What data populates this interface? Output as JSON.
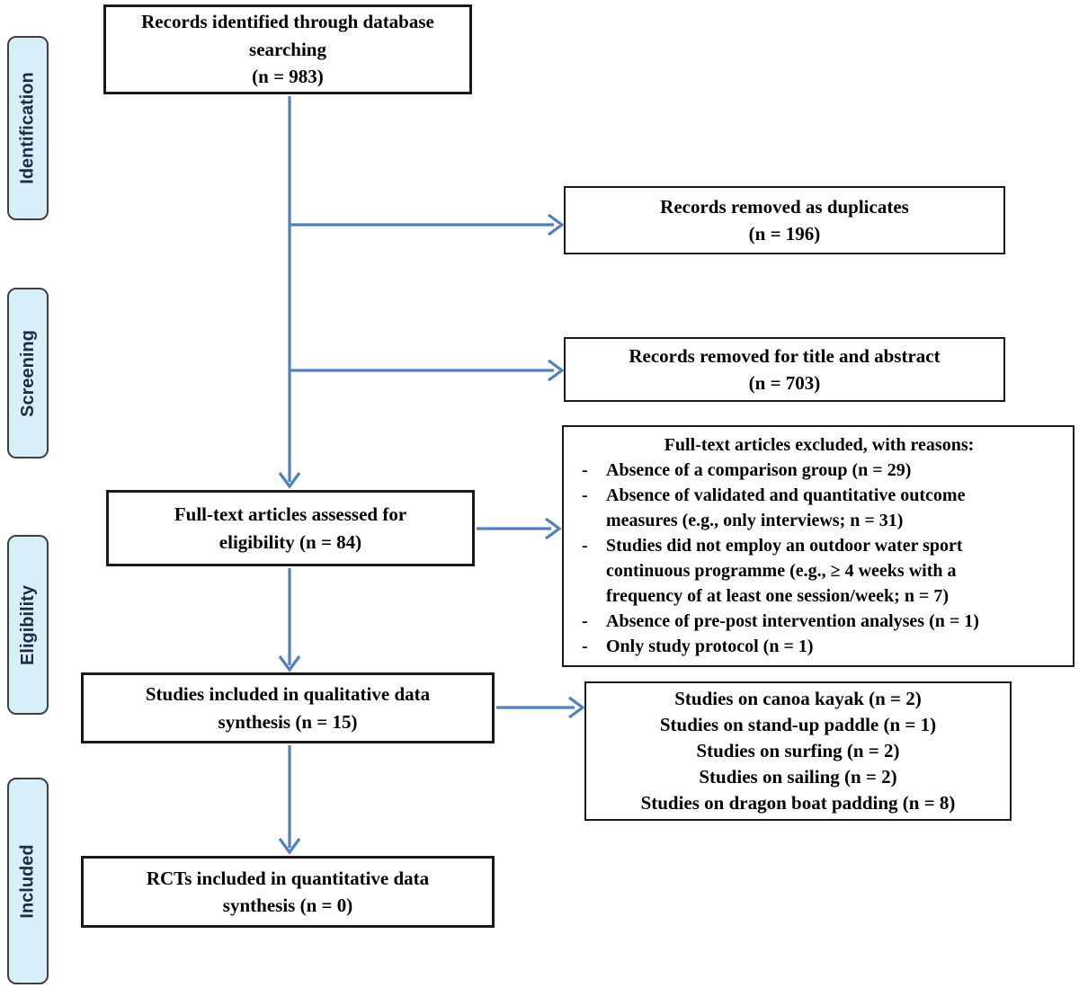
{
  "sidebar": {
    "stages": [
      {
        "label": "Identification"
      },
      {
        "label": "Screening"
      },
      {
        "label": "Eligibility"
      },
      {
        "label": "Included"
      }
    ]
  },
  "flow": {
    "identified": {
      "text": "Records identified through database\nsearching\n(n = 983)"
    },
    "duplicates": {
      "text": "Records removed as duplicates\n(n = 196)"
    },
    "title_abstract": {
      "text": "Records removed for title and abstract\n(n = 703)"
    },
    "excluded": {
      "title": "Full-text articles excluded, with reasons:",
      "reasons": [
        "Absence of a comparison group (n = 29)",
        "Absence of validated and quantitative outcome\nmeasures (e.g., only interviews; n = 31)",
        "Studies did not employ an outdoor water sport\ncontinuous programme (e.g., ≥ 4 weeks with a\nfrequency of at least one session/week; n = 7)",
        "Absence of pre-post intervention analyses (n = 1)",
        "Only study protocol (n = 1)"
      ]
    },
    "assessed": {
      "text": "Full-text articles assessed for\neligibility (n = 84)"
    },
    "qualitative": {
      "text": "Studies included in qualitative data\nsynthesis (n = 15)"
    },
    "sports": {
      "lines": [
        "Studies on canoa kayak (n = 2)",
        "Studies on stand-up paddle (n = 1)",
        "Studies on surfing (n = 2)",
        "Studies on sailing (n = 2)",
        "Studies on dragon boat padding (n = 8)"
      ]
    },
    "quantitative": {
      "text": "RCTs included in quantitative data\nsynthesis (n = 0)"
    }
  },
  "colors": {
    "arrow_blue": "#4F81BD",
    "stage_fill": "#D8EEF9",
    "stage_border": "#3F3F3F",
    "box_border": "#1A1A1A"
  }
}
